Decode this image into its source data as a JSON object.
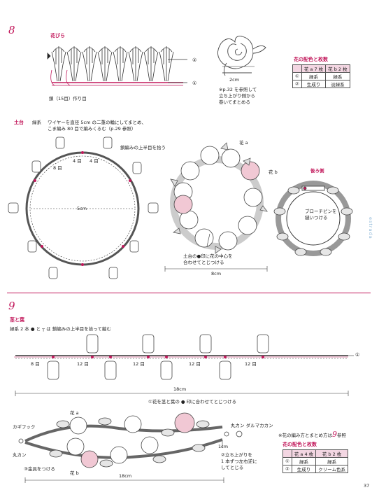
{
  "colors": {
    "accent": "#c2185b",
    "pink": "#f3c6d4",
    "stem": "#555555",
    "paper": "#ffffff"
  },
  "s8": {
    "num": "8",
    "petal_label": "花びら",
    "chain_label": "鎖（15目）作り目",
    "marker1": "①",
    "marker2": "②",
    "ring_dim": "2cm",
    "ring_note": [
      "※p.32 を参照して",
      "立ち上がり側から",
      "巻いてまとめる"
    ],
    "table_title": "花の配色と枚数",
    "table": {
      "head": [
        "",
        "花 a 7 枚",
        "花 b 2 枚"
      ],
      "rows": [
        [
          "①",
          "緑系",
          "緑系"
        ],
        [
          "②",
          "生成り",
          "淡緑系"
        ]
      ]
    },
    "base_label": "土台",
    "base_color": "緑系",
    "base_note": [
      "ワイヤーを直径 5cm の二重の輪にしてまとめ、",
      "こま編み 80 目で編みくるむ（p.29 参照）"
    ],
    "picot_note": "鎖編みの上半目を拾う",
    "count_8": "8 目",
    "count_4a": "4 目",
    "count_4b": "4 目",
    "dia_5": "5cm",
    "flower_a": "花 a",
    "flower_b": "花 b",
    "back_label": "後ろ側",
    "brooch_note": [
      "ブローチピンを",
      "縫いつける"
    ],
    "attach_note": [
      "土台の●印に花の中心を",
      "合わせてとじつける"
    ],
    "dim_8": "8cm",
    "watermark": "estrada"
  },
  "s9": {
    "num": "9",
    "title": "茎と葉",
    "yarn_note_pre": "緑系 2 本 ●",
    "yarn_note_post": "と ┬ は 鎖編みの上半目を拾って編む",
    "marker1": "①",
    "seg_labels": [
      "8 目",
      "12 目",
      "12 目",
      "12 目",
      "12 目"
    ],
    "dim_18a": "18cm",
    "ann1": "①花を茎と葉の ● 印に合わせてとじつける",
    "flower_a": "花 a",
    "flower_b": "花 b",
    "hook_label": "カギフック",
    "ring_label": "丸カン",
    "ring_label2": "丸カン ダルマカカン",
    "ann3": "③金具をつける",
    "ann2": [
      "②立ち上がりを",
      "1 本ずつ左右逆に",
      "してとじる"
    ],
    "dim_1cm": "1cm",
    "dim_18b": "18cm",
    "ref_note_pre": "※花の編み方とまとめ方は",
    "ref_num": "9",
    "ref_note_post": "参照",
    "table_title": "花の配色と枚数",
    "table": {
      "head": [
        "",
        "花 a 4 枚",
        "花 b 2 枚"
      ],
      "rows": [
        [
          "①",
          "緑系",
          "緑系"
        ],
        [
          "②",
          "生成り",
          "クリーム色系"
        ]
      ]
    },
    "page_no": "37"
  }
}
